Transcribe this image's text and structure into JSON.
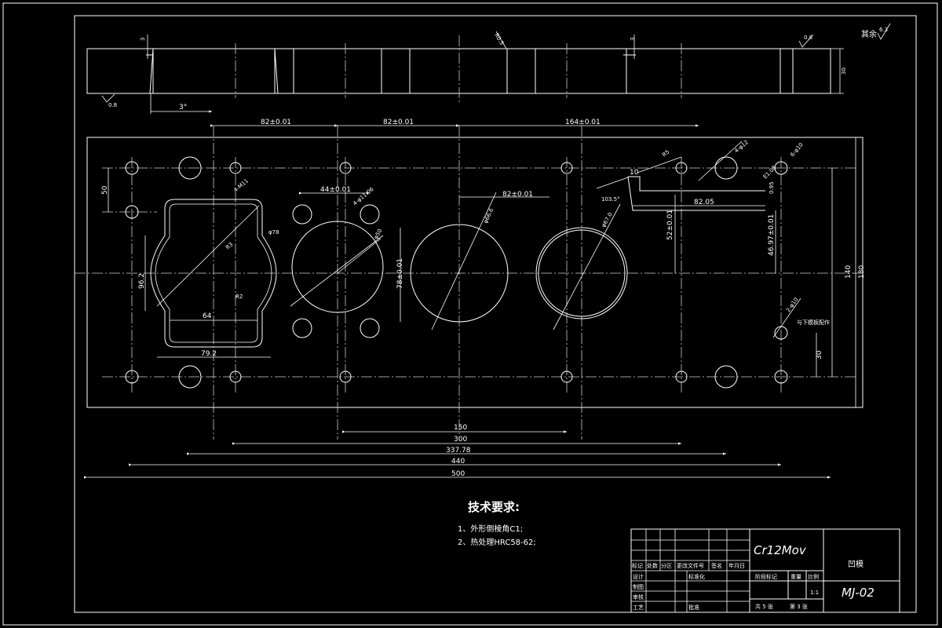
{
  "roughness": {
    "label": "其余",
    "value": "6.3"
  },
  "section": {
    "dim_3_left": "3",
    "dim_3_right": "3",
    "dim_angle": "3°",
    "dim_30": "30",
    "rough_08_left": "0.8",
    "rough_08_right": "0.8",
    "dim_r": "R0.5"
  },
  "dims": {
    "d82_1": "82±0.01",
    "d82_2": "82±0.01",
    "d164": "164±0.01",
    "d50": "50",
    "d44": "44±0.01",
    "d82_3": "82±0.01",
    "d78": "78±0.01",
    "d10": "10",
    "d8205": "82.05",
    "d5201": "52±0.01",
    "d4697": "46.97±0.01",
    "d140": "140",
    "d180": "180",
    "d30": "30",
    "d150": "150",
    "d300": "300",
    "d33778": "337.78",
    "d440": "440",
    "d500": "500",
    "d64": "64",
    "d79": "79.2",
    "d96": "96.2",
    "r3": "R3",
    "r2": "R2",
    "phi78": "φ78",
    "phi66": "φ66.6",
    "phi67": "φ67.0",
    "phi50": "φ50",
    "holes4a": "4-M11",
    "holes4b": "4-φ11.06",
    "holes_r": "4-φ12",
    "holes_r2": "6-φ10",
    "deg103": "103.5°",
    "e108": "E1.08",
    "r095": "0.95",
    "phi_small": "2-φ10",
    "note_lower": "与下模板配作",
    "tiny_r": "R5"
  },
  "tech": {
    "title": "技术要求:",
    "items": [
      "1、外形倒棱角C1;",
      "2、热处理HRC58-62;"
    ]
  },
  "title_block": {
    "material": "Cr12Mov",
    "part_name": "凹模",
    "drawing_no": "MJ-02",
    "headers": [
      "标记",
      "处数",
      "分区",
      "更改文件号",
      "签名",
      "年月日"
    ],
    "rows": [
      "设计",
      "制图",
      "审核",
      "工艺"
    ],
    "standard": "标准化",
    "approve": "批准",
    "stage": "阶段标记",
    "weight": "重量",
    "scale_label": "比例",
    "scale": "1:1",
    "sheets_total": "共 5 张",
    "sheet_no": "第 3 张"
  }
}
